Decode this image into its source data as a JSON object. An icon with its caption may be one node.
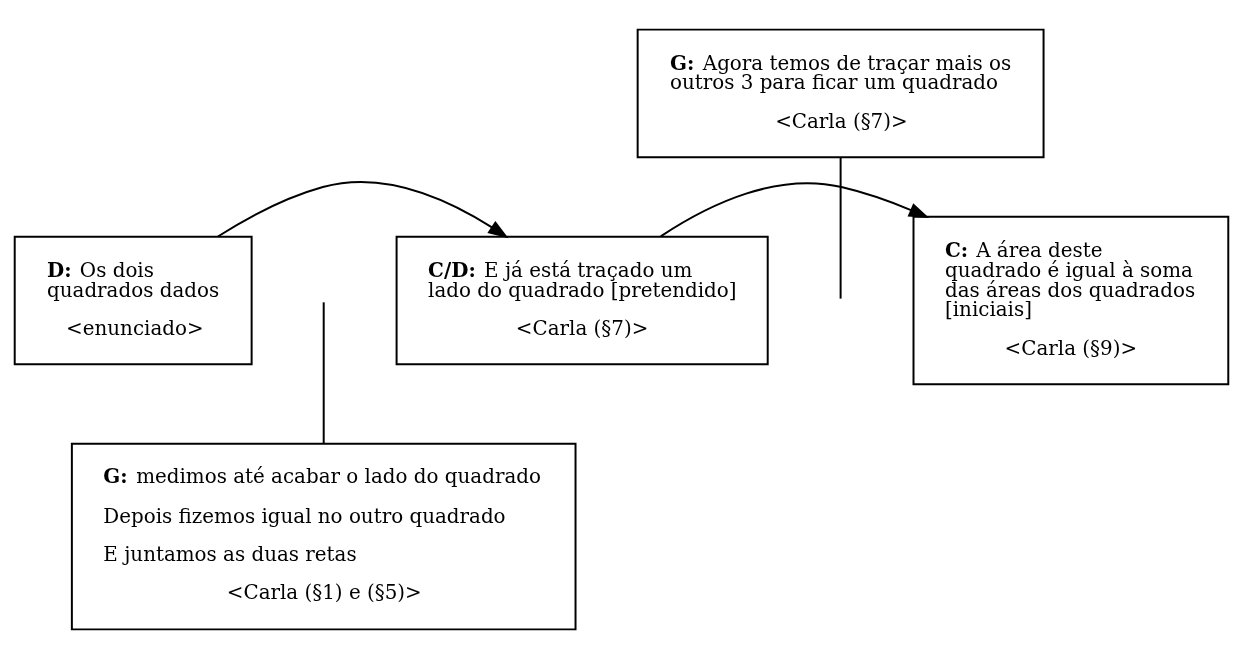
{
  "diagram": {
    "nodes": [
      {
        "text": [
          "**D:** Os dois quadrados dados",
          "<enunciado>"
        ]
      },
      {
        "text": [
          "**C/D:** E já está traçado um lado do quadrado [pretendido]",
          "<Carla (§7)>"
        ]
      },
      {
        "text": [
          "**C:** A área deste quadrado é igual à soma das áreas dos quadrados [iniciais]",
          "<Carla (§9)>"
        ]
      },
      {
        "text": [
          "**G:** Agora temos de traçar mais os outros 3 para ficar um quadrado",
          "<Carla (§7)>"
        ]
      },
      {
        "text": [
          "**G:** medimos até acabar o lado do quadrado",
          "Depois fizemos igual no outro quadrado",
          "E juntamos as duas retas",
          "<Carla (§1) e (§5)>"
        ]
      }
    ],
    "edges": [
      {
        "from": 0,
        "to": 1,
        "arrow": "to"
      },
      {
        "from": 1,
        "to": 2,
        "arrow": "to"
      },
      {
        "from": 3,
        "to": null,
        "arrow": "none"
      },
      {
        "from": null,
        "to": 4,
        "arrow": "none"
      }
    ]
  }
}
